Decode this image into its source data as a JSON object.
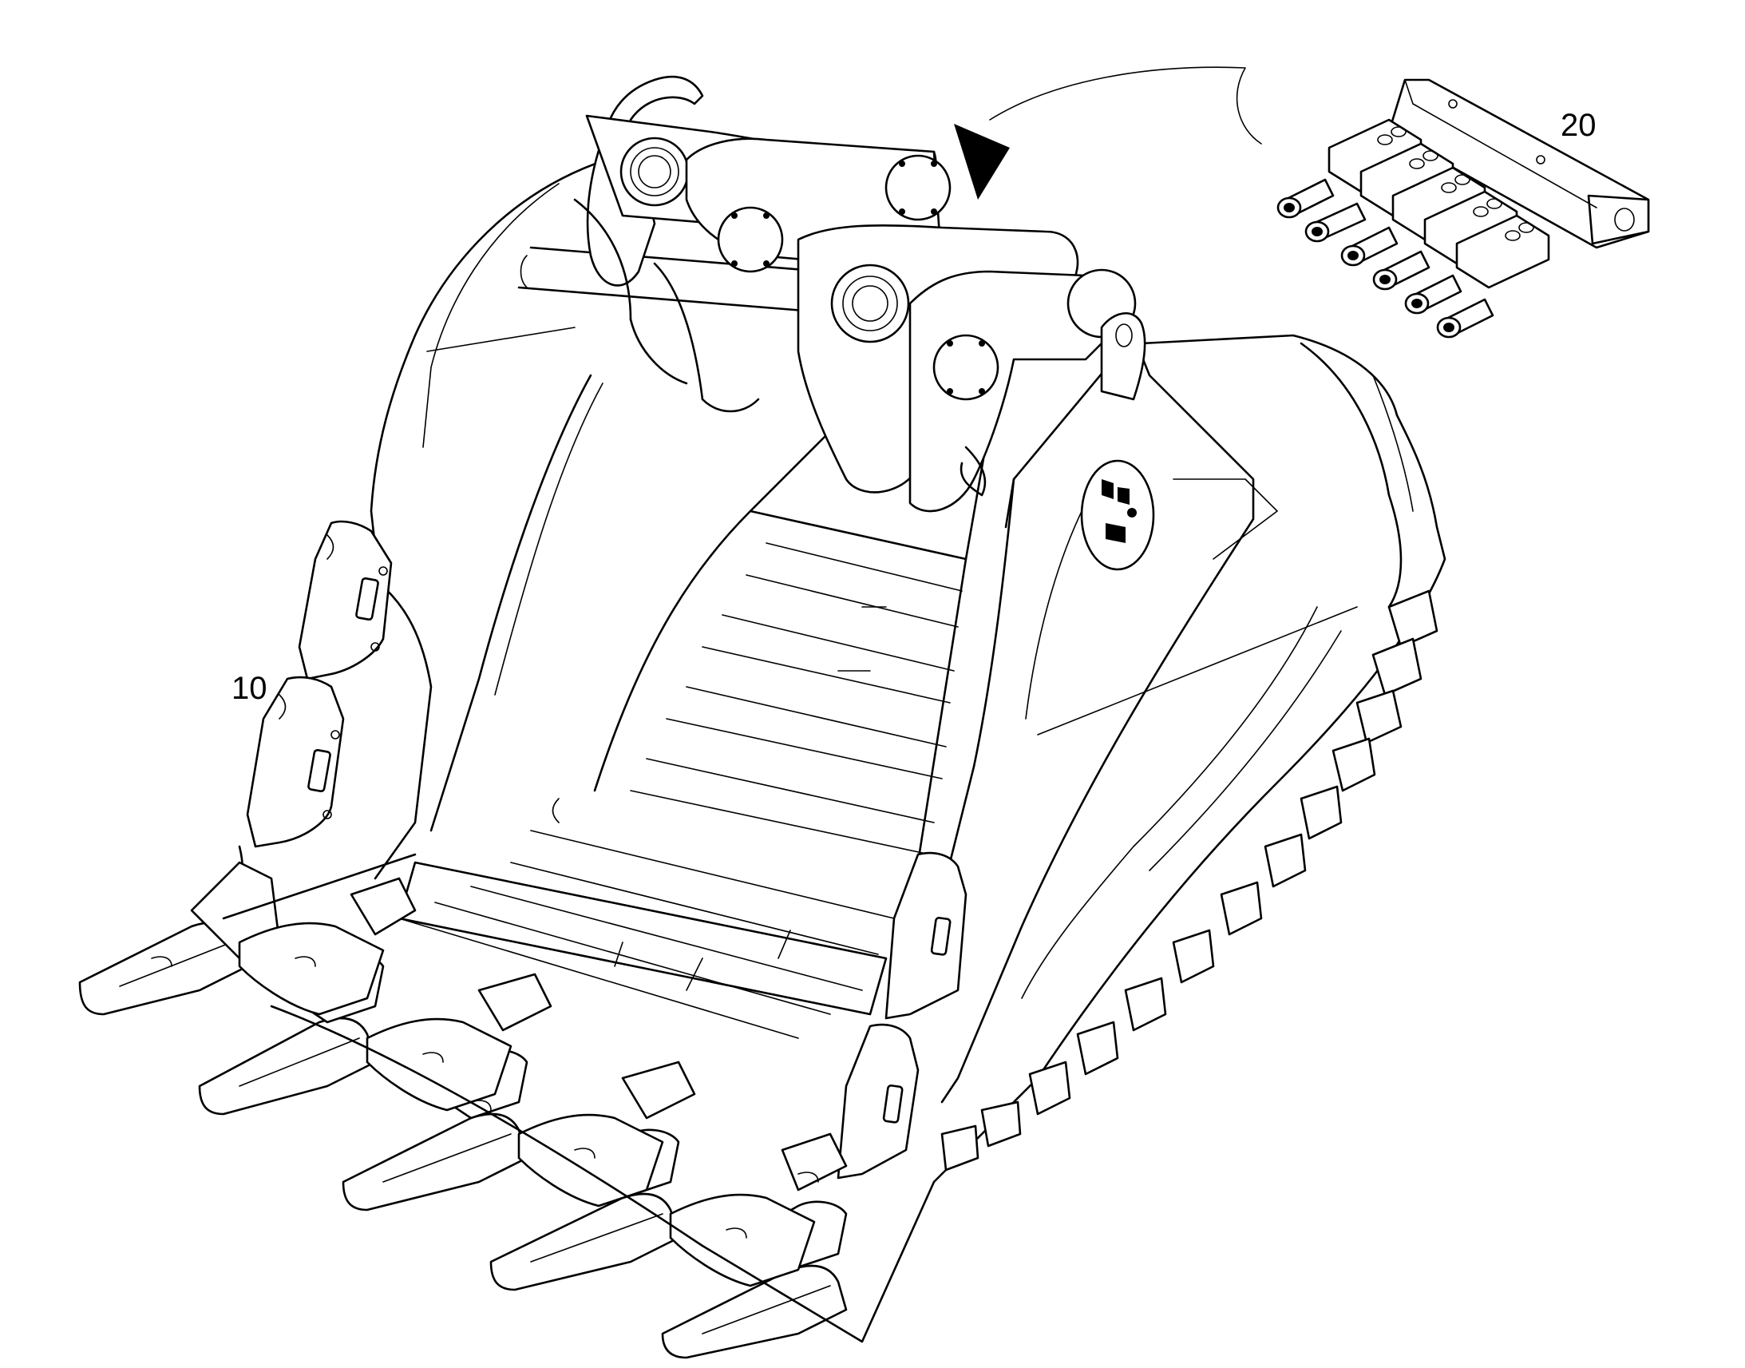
{
  "callouts": [
    {
      "id": "10",
      "label": "10"
    },
    {
      "id": "20",
      "label": "20"
    }
  ],
  "colors": {
    "line": "#000000",
    "background": "#ffffff"
  },
  "icons": [
    "arrow-indicator-icon",
    "bucket-illustration",
    "valve-block-illustration"
  ]
}
